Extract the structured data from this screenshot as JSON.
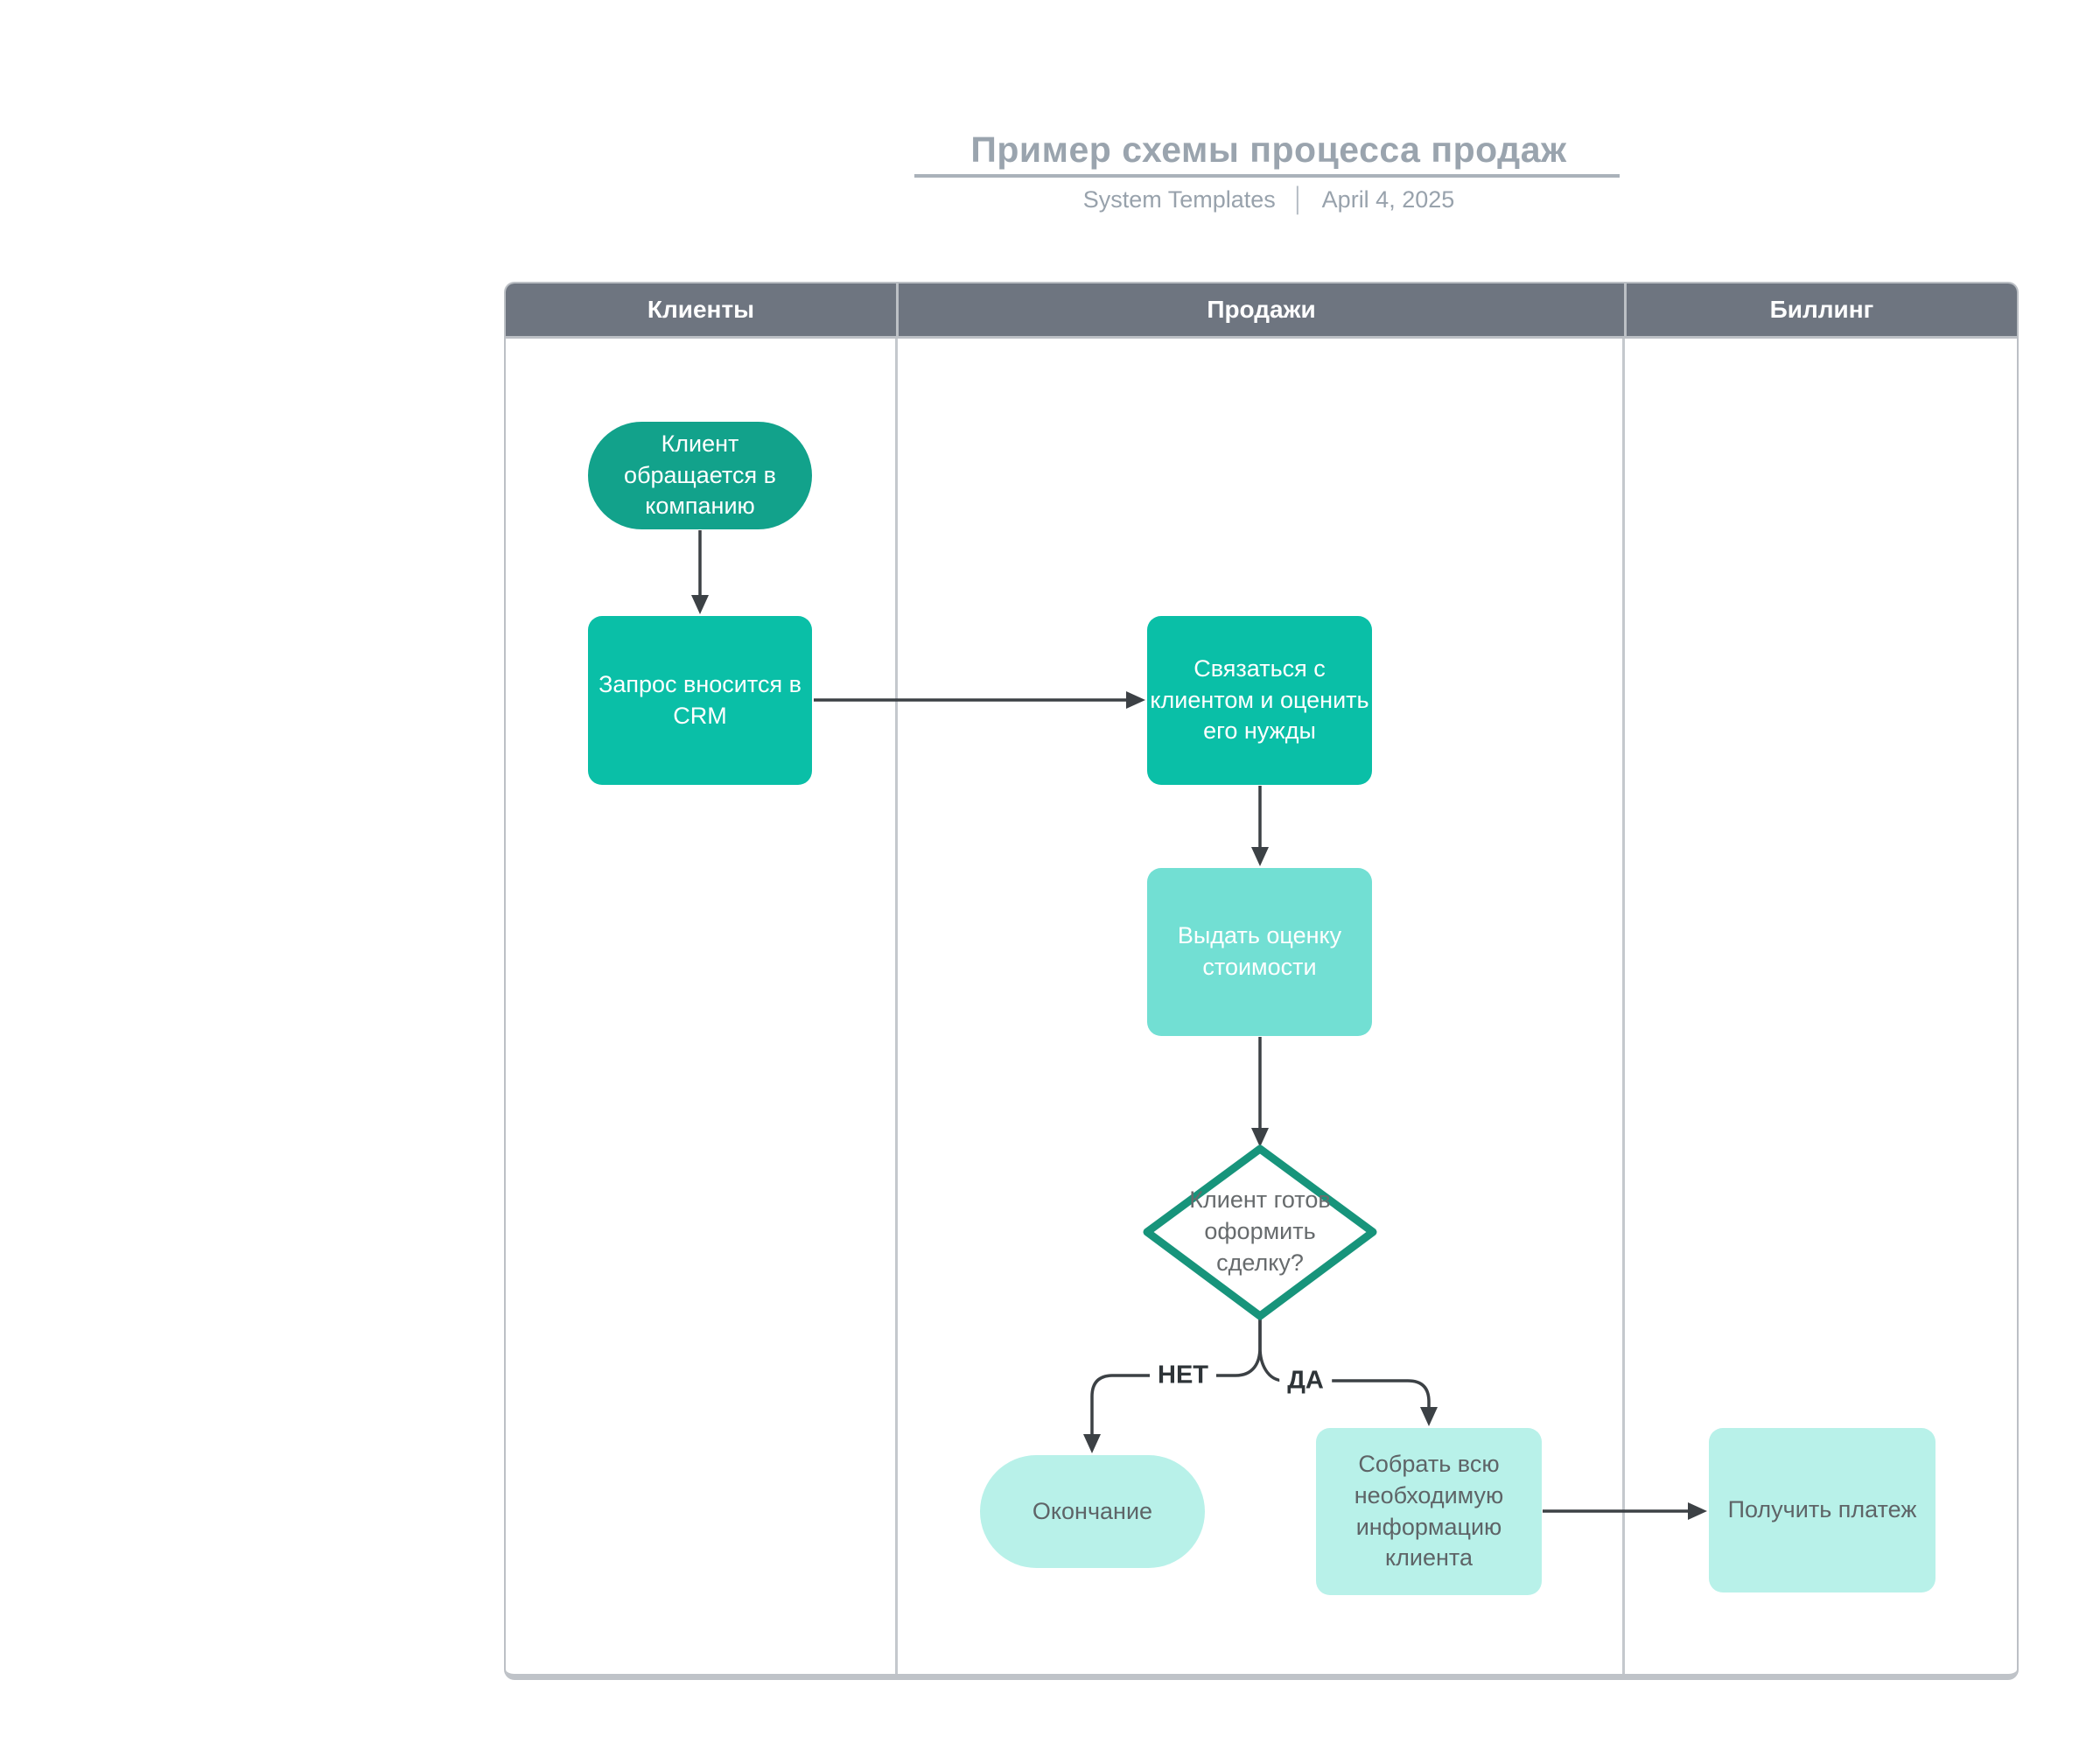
{
  "header": {
    "title": "Пример схемы процесса продаж",
    "author": "System Templates",
    "divider": "│",
    "date": "April 4, 2025"
  },
  "lanes": [
    {
      "label": "Клиенты"
    },
    {
      "label": "Продажи"
    },
    {
      "label": "Биллинг"
    }
  ],
  "nodes": {
    "start": {
      "label": "Клиент обращается в компанию",
      "type": "start-pill",
      "lane": "Клиенты",
      "fill": "#12a28b",
      "text_color": "#ffffff"
    },
    "crm": {
      "label": "Запрос вносится в CRM",
      "type": "process",
      "lane": "Клиенты",
      "fill": "#0abfa7",
      "text_color": "#ffffff"
    },
    "contact": {
      "label": "Связаться с клиентом и оценить его нужды",
      "type": "process",
      "lane": "Продажи",
      "fill": "#0abfa7",
      "text_color": "#ffffff"
    },
    "estimate": {
      "label": "Выдать оценку стоимости",
      "type": "process",
      "lane": "Продажи",
      "fill": "#72dfd3",
      "text_color": "#ffffff"
    },
    "decision": {
      "label": "Клиент готов оформить сделку?",
      "type": "decision-diamond",
      "lane": "Продажи",
      "fill": "#ffffff",
      "border_color": "#17947b",
      "text_color": "#676b6d"
    },
    "end": {
      "label": "Окончание",
      "type": "end-pill",
      "lane": "Продажи",
      "fill": "#b8f1e9",
      "text_color": "#5e6467"
    },
    "collect": {
      "label": "Собрать всю необходимую информацию клиента",
      "type": "process",
      "lane": "Продажи",
      "fill": "#b8f1e9",
      "text_color": "#5e6467"
    },
    "payment": {
      "label": "Получить платеж",
      "type": "process",
      "lane": "Биллинг",
      "fill": "#b8f1e9",
      "text_color": "#5e6467"
    }
  },
  "edges": {
    "no_label": "НЕТ",
    "yes_label": "ДА",
    "connections": [
      {
        "from": "start",
        "to": "crm"
      },
      {
        "from": "crm",
        "to": "contact"
      },
      {
        "from": "contact",
        "to": "estimate"
      },
      {
        "from": "estimate",
        "to": "decision"
      },
      {
        "from": "decision",
        "to": "end",
        "label": "НЕТ"
      },
      {
        "from": "decision",
        "to": "collect",
        "label": "ДА"
      },
      {
        "from": "collect",
        "to": "payment"
      }
    ]
  },
  "colors": {
    "lane_header_bg": "#6e7580",
    "lane_header_text": "#ffffff",
    "lane_border": "#bcc0c5",
    "teal_dark": "#12a28b",
    "teal_bright": "#0abfa7",
    "teal_light": "#72dfd3",
    "mint": "#b8f1e9",
    "diamond_border": "#17947b",
    "connector": "#3c4145",
    "title_text": "#9aa4ae",
    "subtitle_text": "#98a2ac"
  }
}
